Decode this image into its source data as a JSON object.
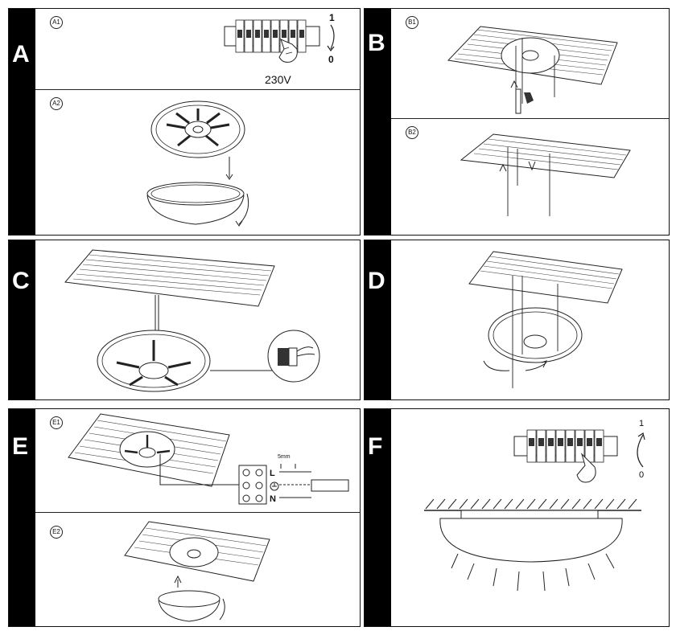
{
  "panels": {
    "A": {
      "letter": "A",
      "steps": [
        "A1",
        "A2"
      ],
      "voltage": "230V",
      "switch_on": "1",
      "switch_off": "0"
    },
    "B": {
      "letter": "B",
      "steps": [
        "B1",
        "B2"
      ]
    },
    "C": {
      "letter": "C"
    },
    "D": {
      "letter": "D"
    },
    "E": {
      "letter": "E",
      "steps": [
        "E1",
        "E2"
      ],
      "strip_length": "5mm",
      "terminals": [
        "L",
        "N"
      ]
    },
    "F": {
      "letter": "F",
      "switch_on": "1",
      "switch_off": "0"
    }
  },
  "icons": {
    "breaker": "circuit-breaker-icon",
    "hand": "hand-icon",
    "ground": "earth-ground-icon",
    "rotate": "rotation-arrow-icon"
  },
  "colors": {
    "tab": "#000000",
    "line": "#1a1a1a"
  }
}
